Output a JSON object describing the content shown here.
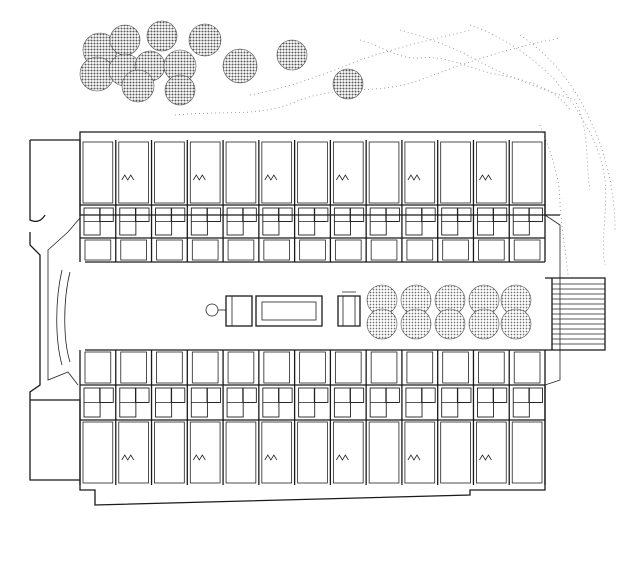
{
  "drawing": {
    "kind": "architectural-floor-plan",
    "bays_per_row": 13,
    "unit_rows": 2,
    "courtyard_tree_count": 10,
    "garden_tree_count": 13,
    "colors": {
      "line": "#1a1a1a",
      "paper": "#ffffff",
      "tree_fill": "#b0b0b0",
      "contour": "#8a8a8a"
    }
  }
}
